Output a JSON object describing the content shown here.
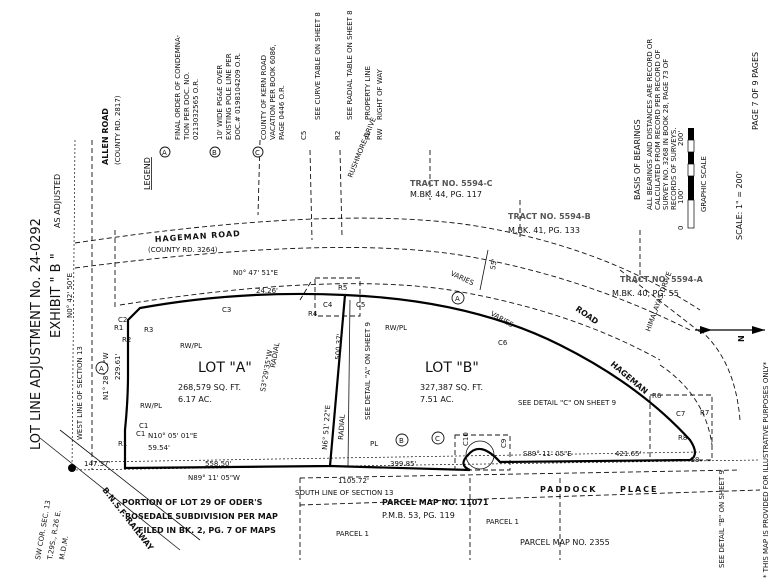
{
  "header": {
    "title": "LOT LINE ADJUSTMENT No. 24-0292",
    "exhibit": "EXHIBIT \" B \"",
    "as_adjusted": "AS ADJUSTED",
    "page": "PAGE 7 OF 9 PAGES"
  },
  "allen_road": {
    "name": "ALLEN ROAD",
    "county": "(COUNTY RD. 2817)"
  },
  "legend": {
    "title": "LEGEND",
    "a_symbol": "A",
    "a_text": [
      "FINAL ORDER OF CONDEMNA-",
      "TION PER DOC. NO.",
      "0213032565 O.R."
    ],
    "b_symbol": "B",
    "b_text": [
      "10' WIDE PG&E OVER",
      "EXISTING POLE LINE PER",
      "DOC.# 0198104209 O.R."
    ],
    "c_symbol": "C",
    "c_text": [
      "COUNTY OF KERN ROAD",
      "VACATION PER BOOK 6086,",
      "PAGE 0446 O.R."
    ],
    "c5_key": "C5",
    "c5_text": "SEE CURVE TABLE ON SHEET 8",
    "r2_key": "R2",
    "r2_text": "SEE RADIAL TABLE ON SHEET 8",
    "pl_key": "PL",
    "pl_text": "PROPERTY LINE",
    "rw_key": "RW",
    "rw_text": "RIGHT OF WAY"
  },
  "basis": {
    "title": "BASIS OF BEARINGS",
    "lines": [
      "ALL BEARINGS AND DISTANCES ARE RECORD OR",
      "CALCULATED FROM RECORD PER RECORD OF",
      "SURVEY NO. 3268 IN BOOK 28, PAGE 73 OF",
      "RECORDS OF SURVEYS."
    ]
  },
  "scale": {
    "ticks": [
      "0",
      "100'",
      "200'"
    ],
    "label": "GRAPHIC SCALE",
    "text": "SCALE: 1\" = 200'",
    "note": "* THIS MAP IS PROVIDED FOR ILLUSTRATIVE PURPOSES ONLY*"
  },
  "north": "N",
  "tracts": {
    "c": {
      "name": "TRACT NO. 5594-C",
      "ref": "M.BK. 44, PG. 117"
    },
    "b": {
      "name": "TRACT NO. 5594-B",
      "ref": "M.BK. 41, PG. 133"
    },
    "a": {
      "name": "TRACT NO. 5594-A",
      "ref": "M.BK. 40, PG. 55"
    }
  },
  "streets": {
    "rushmore": "RUSHMORE DRIVE",
    "hageman_road": "HAGEMAN ROAD",
    "hageman_county": "(COUNTY RD. 3264)",
    "himalayas": "HIMALAYAS DRIVE",
    "hageman_right": "HAGEMAN",
    "road_right": "ROAD",
    "paddock": "PADDOCK",
    "place": "PLACE",
    "railway": "B.N.S.F. RAILWAY"
  },
  "lots": {
    "a": {
      "name": "LOT \"A\"",
      "sqft": "268,579 SQ. FT.",
      "ac": "6.17 AC."
    },
    "b": {
      "name": "LOT \"B\"",
      "sqft": "327,387 SQ. FT.",
      "ac": "7.51 AC."
    }
  },
  "bearings": {
    "west_line": "N0° 42' 50\"E",
    "west_line_label": "WEST LINE OF SECTION 13",
    "west_bearing": "N1° 28' 13\"W",
    "west_dist": "229.61'",
    "lower_bearing": "N10° 05' 01\"E",
    "lower_dist": "59.54'",
    "top_bearing": "N0° 47' 51\"E",
    "top_dist": "24.26'",
    "radial_a": "S3°29'35\"W",
    "radial_a_word": "RADIAL",
    "div_bearing": "N6° 51' 22\"E",
    "div_dist": "500.37'",
    "radial_b_word": "RADIAL",
    "bottom_a": "147.37'",
    "bottom_b": "558.50'",
    "bottom_c": "399.85'",
    "bottom_bearing": "N89° 11' 05\"W",
    "south_line": "1105.72'",
    "south_label": "SOUTH LINE OF SECTION 13",
    "right_bearing": "S89° 11' 05\"E",
    "right_dist": "421.65'",
    "varies_1": "VARIES",
    "varies_2": "VARIES",
    "dim_55": "55'"
  },
  "curves": [
    "C1",
    "C2",
    "C3",
    "C4",
    "C5",
    "C6",
    "C7",
    "C8",
    "C9",
    "C10",
    "R1",
    "R2",
    "R3",
    "R4",
    "R5",
    "R6",
    "R7",
    "R8"
  ],
  "line_labels": {
    "rwpl": "RW/PL",
    "pl": "PL",
    "c1b": "C1",
    "r1b": "R1"
  },
  "details": {
    "a": "SEE DETAIL \"A\" ON SHEET 9",
    "b": "SEE DETAIL \"B\" ON SHEET 9",
    "c": "SEE DETAIL \"C\" ON SHEET 9"
  },
  "portion": [
    "PORTION OF LOT 29 OF ODER'S",
    "ROSEDALE SUBDIVISION PER MAP",
    "FILED IN BK. 2, PG. 7 OF MAPS"
  ],
  "parcel_map_11071": {
    "name": "PARCEL MAP NO. 11071",
    "ref": "P.M.B. 53, PG. 119"
  },
  "parcel1_left": "PARCEL 1",
  "parcel1_right": "PARCEL 1",
  "parcel_map_2355": "PARCEL MAP NO. 2355",
  "corner": [
    "SW COR. SEC. 13",
    "T.29S., R.26 E.",
    "M.D.M."
  ]
}
